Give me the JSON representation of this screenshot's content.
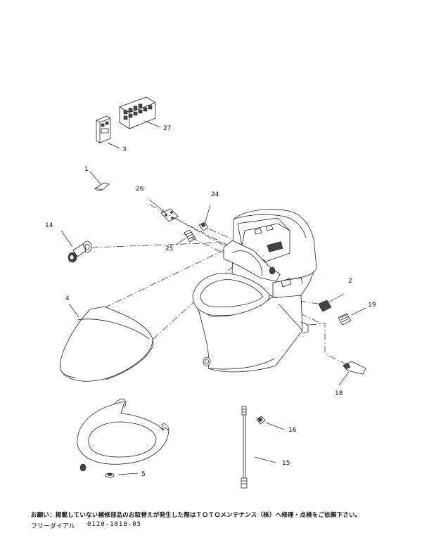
{
  "diagram": {
    "callouts": [
      {
        "id": "27",
        "label": "27"
      },
      {
        "id": "3",
        "label": "3"
      },
      {
        "id": "1",
        "label": "1"
      },
      {
        "id": "26",
        "label": "26"
      },
      {
        "id": "24",
        "label": "24"
      },
      {
        "id": "14",
        "label": "14"
      },
      {
        "id": "25",
        "label": "25"
      },
      {
        "id": "4",
        "label": "4"
      },
      {
        "id": "2",
        "label": "2"
      },
      {
        "id": "19",
        "label": "19"
      },
      {
        "id": "18",
        "label": "18"
      },
      {
        "id": "16",
        "label": "16"
      },
      {
        "id": "15",
        "label": "15"
      },
      {
        "id": "5",
        "label": "5"
      }
    ]
  },
  "footer": {
    "notice": "お願い：掲載していない補修部品のお取替えが発生した際はＴＯＴＯメンテナンス（株）へ修理・点検をご依頼下さい。",
    "phone_label": "フリーダイアル",
    "phone_number": "0120-1010-05"
  }
}
